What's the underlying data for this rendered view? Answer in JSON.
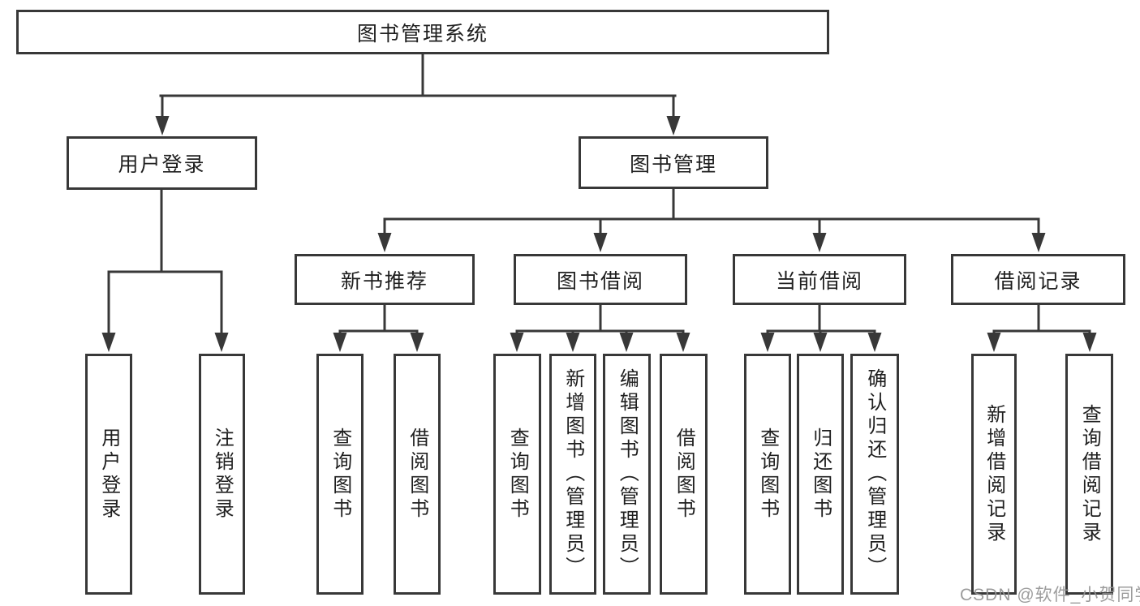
{
  "diagram": {
    "type": "tree",
    "title": "图书管理系统",
    "watermark": "CSDN @软件_小贺同学",
    "colors": {
      "line": "#383838",
      "text": "#1f1f1f",
      "background": "#ffffff",
      "watermark": "#949494"
    },
    "nodes": {
      "root": {
        "label": "图书管理系统",
        "children": [
          "user_login",
          "book_mgmt"
        ]
      },
      "user_login": {
        "label": "用户登录",
        "children": [
          "login",
          "logout"
        ]
      },
      "book_mgmt": {
        "label": "图书管理",
        "children": [
          "new_book_rec",
          "book_borrow",
          "current_borrow",
          "borrow_record"
        ]
      },
      "new_book_rec": {
        "label": "新书推荐",
        "children": [
          "nbr_query",
          "nbr_borrow"
        ]
      },
      "book_borrow": {
        "label": "图书借阅",
        "children": [
          "bb_query",
          "bb_add",
          "bb_edit",
          "bb_borrow"
        ]
      },
      "current_borrow": {
        "label": "当前借阅",
        "children": [
          "cb_query",
          "cb_return",
          "cb_confirm"
        ]
      },
      "borrow_record": {
        "label": "借阅记录",
        "children": [
          "br_add",
          "br_query"
        ]
      },
      "login": {
        "label": "用户登录"
      },
      "logout": {
        "label": "注销登录"
      },
      "nbr_query": {
        "label": "查询图书"
      },
      "nbr_borrow": {
        "label": "借阅图书"
      },
      "bb_query": {
        "label": "查询图书"
      },
      "bb_add": {
        "label": "新增图书（管理员）"
      },
      "bb_edit": {
        "label": "编辑图书（管理员）"
      },
      "bb_borrow": {
        "label": "借阅图书"
      },
      "cb_query": {
        "label": "查询图书"
      },
      "cb_return": {
        "label": "归还图书"
      },
      "cb_confirm": {
        "label": "确认归还（管理员）"
      },
      "br_add": {
        "label": "新增借阅记录"
      },
      "br_query": {
        "label": "查询借阅记录"
      }
    }
  }
}
